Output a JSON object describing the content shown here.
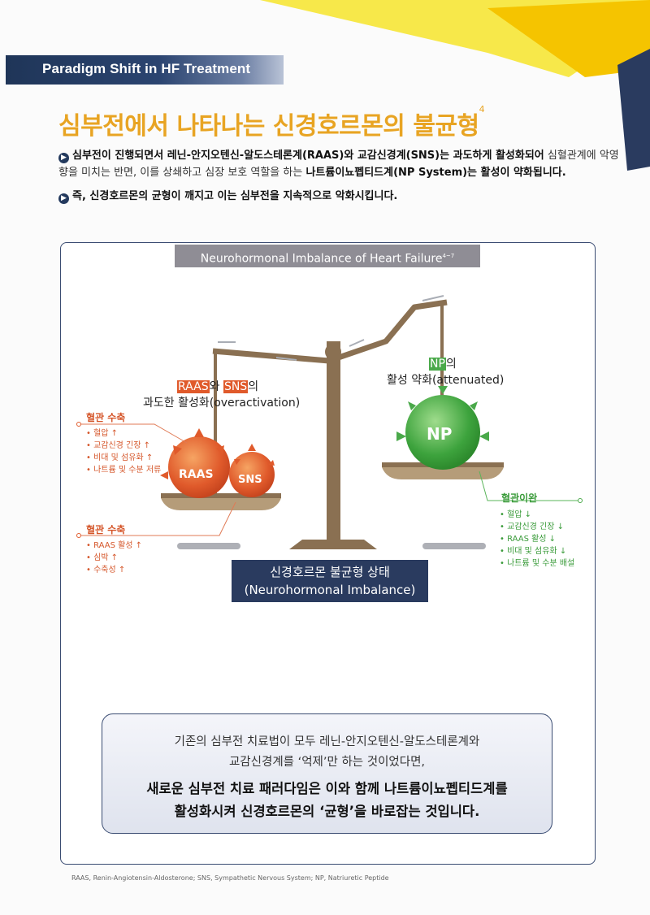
{
  "header": {
    "section_title": "Paradigm Shift in HF Treatment"
  },
  "page": {
    "title": "심부전에서 나타나는 신경호르몬의 불균형",
    "title_ref": "4",
    "bullets": [
      {
        "pre": "심부전이 진행되면서 레닌-안지오텐신-알도스테론계(RAAS)와 교감신경계(SNS)는 과도하게 활성화되어",
        "mid": " 심혈관계에 악영향을 미치는 반면, 이를 상쇄하고 심장 보호 역할을 하는 ",
        "strong": "나트륨이뇨펩티드계(NP System)는 활성이 약화됩니다."
      },
      {
        "text": "즉, 신경호르몬의 균형이 깨지고 이는 심부전을 지속적으로 악화시킵니다."
      }
    ]
  },
  "diagram": {
    "title": "Neurohormonal Imbalance of Heart Failure",
    "title_ref": "4~7",
    "left_label": {
      "tag1": "RAAS",
      "conj": "와 ",
      "tag2": "SNS",
      "suffix": "의",
      "line2": "과도한 활성화(overactivation)"
    },
    "right_label": {
      "tag": "NP",
      "suffix": "의",
      "line2": "활성 약화(attenuated)"
    },
    "raas_ball": "RAAS",
    "sns_ball": "SNS",
    "np_ball": "NP",
    "vessel_heading_1": "혈관 수축",
    "vessel_list_1": [
      "• 혈압 ↑",
      "• 교감신경 긴장 ↑",
      "• 비대 및 섬유화 ↑",
      "• 나트륨 및 수분 저류"
    ],
    "vessel_heading_2": "혈관 수축",
    "vessel_list_2": [
      "• RAAS 활성 ↑",
      "• 심박 ↑",
      "• 수축성 ↑"
    ],
    "relax_heading": "혈관이완",
    "relax_list": [
      "• 혈압 ↓",
      "• 교감신경 긴장 ↓",
      "• RAAS 활성 ↓",
      "• 비대 및 섬유화 ↓",
      "• 나트륨 및 수분 배설"
    ],
    "state_line1": "신경호르몬 불균형 상태",
    "state_line2": "(Neurohormonal Imbalance)"
  },
  "conclusion": {
    "line1": "기존의 심부전 치료법이 모두 레닌-안지오텐신-알도스테론계와",
    "line2": "교감신경계를 ‘억제’만 하는 것이었다면,",
    "line3": "새로운 심부전 치료 패러다임은 이와 함께 나트륨이뇨펩티드계를",
    "line4": "활성화시켜 신경호르몬의 ‘균형’을 바로잡는 것입니다."
  },
  "footnote": "RAAS, Renin-Angiotensin-Aldosterone; SNS, Sympathetic Nervous System; NP, Natriuretic Peptide",
  "colors": {
    "navy": "#243a5e",
    "title_gold": "#e8a423",
    "raas_orange": "#e05a2b",
    "np_green": "#4aa94a",
    "scale_brown": "#8a7052"
  }
}
